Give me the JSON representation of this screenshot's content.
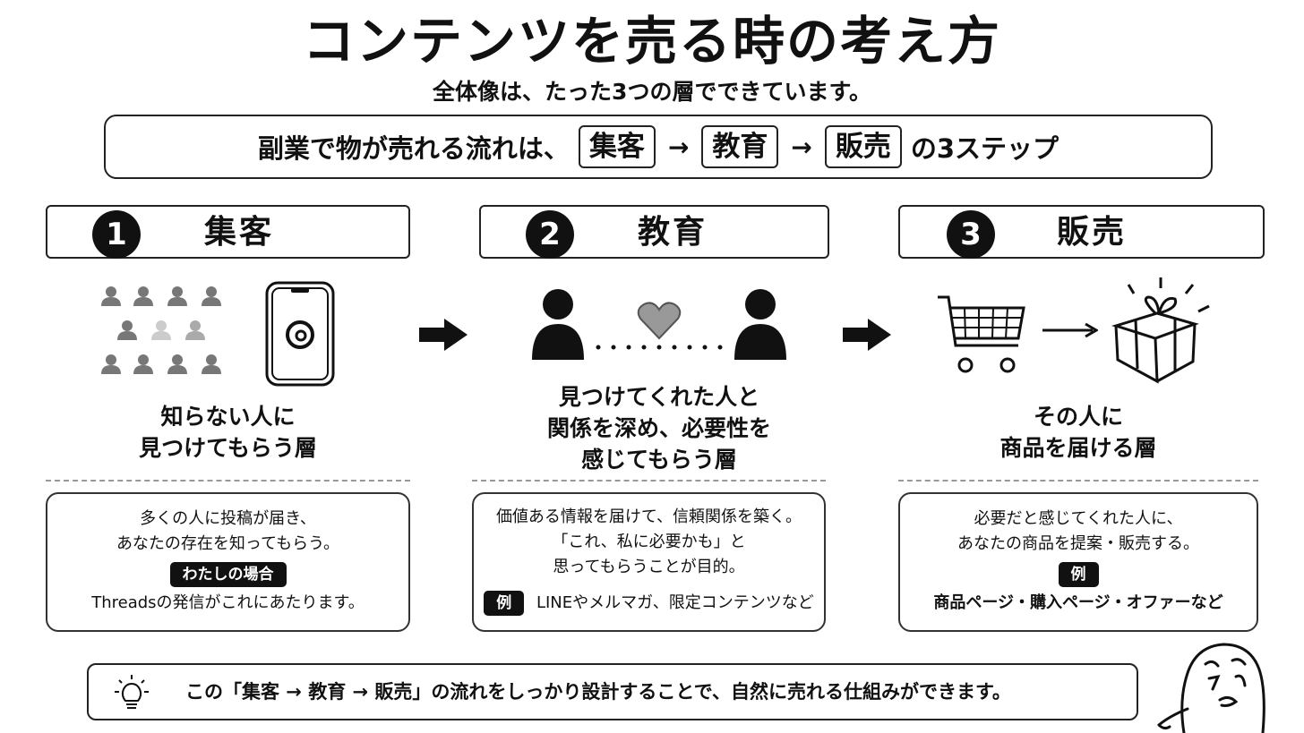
{
  "header": {
    "title": "コンテンツを売る時の考え方",
    "subtitle": "全体像は、たった3つの層でできています。"
  },
  "flow": {
    "prefix": "副業で物が売れる流れは、",
    "steps": [
      "集客",
      "教育",
      "販売"
    ],
    "arrow": "→",
    "suffix": "の3ステップ"
  },
  "stages": [
    {
      "number": "1",
      "title": "集客",
      "desc": [
        "知らない人に",
        "見つけてもらう層"
      ],
      "card_lines": [
        "多くの人に投稿が届き、",
        "あなたの存在を知ってもらう。"
      ],
      "badge": "わたしの場合",
      "note": "Threadsの発信がこれにあたります。",
      "icons": [
        "crowd-icon",
        "threads-phone-icon"
      ]
    },
    {
      "number": "2",
      "title": "教育",
      "desc": [
        "見つけてくれた人と",
        "関係を深め、必要性を",
        "感じてもらう層"
      ],
      "card_lines": [
        "価値ある情報を届けて、信頼関係を築く。",
        "「これ、私に必要かも」と",
        "思ってもらうことが目的。"
      ],
      "badge": "例",
      "note": "LINEやメルマガ、限定コンテンツなど",
      "icons": [
        "person-icon",
        "heart-icon",
        "person-icon"
      ]
    },
    {
      "number": "3",
      "title": "販売",
      "desc": [
        "その人に",
        "商品を届ける層"
      ],
      "card_lines": [
        "必要だと感じてくれた人に、",
        "あなたの商品を提案・販売する。"
      ],
      "badge": "例",
      "note": "商品ページ・購入ページ・オファーなど",
      "icons": [
        "cart-icon",
        "arrow-icon",
        "gift-icon"
      ]
    }
  ],
  "footer": {
    "text": "この「集客 → 教育 → 販売」の流れをしっかり設計することで、自然に売れる仕組みができます。",
    "icon": "lightbulb-icon",
    "mascot": "mascot-character"
  }
}
